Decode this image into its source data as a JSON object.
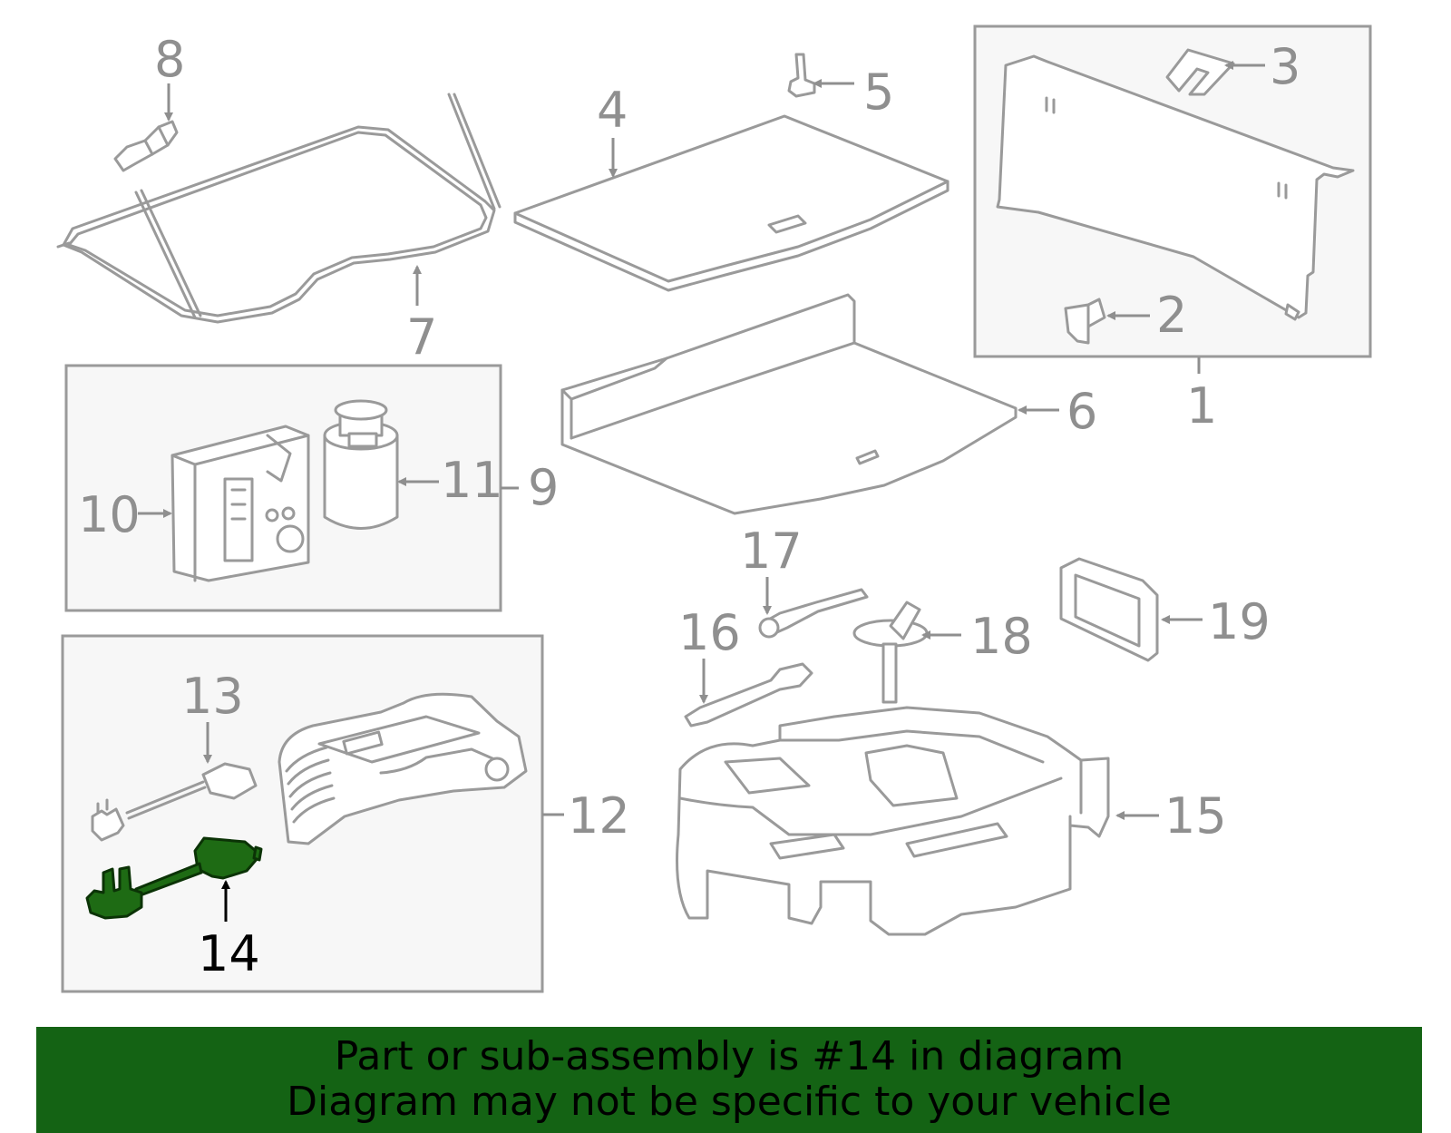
{
  "callouts": {
    "c1": "1",
    "c2": "2",
    "c3": "3",
    "c4": "4",
    "c5": "5",
    "c6": "6",
    "c7": "7",
    "c8": "8",
    "c9": "9",
    "c10": "10",
    "c11": "11",
    "c12": "12",
    "c13": "13",
    "c14": "14",
    "c15": "15",
    "c16": "16",
    "c17": "17",
    "c18": "18",
    "c19": "19"
  },
  "highlighted_part": "14",
  "colors": {
    "highlight": "#1e6b14",
    "banner": "#146314",
    "line": "#9a9a9a"
  },
  "banner": {
    "line1": "Part or sub-assembly is #14 in diagram",
    "line2": "Diagram may not be specific to your vehicle"
  }
}
